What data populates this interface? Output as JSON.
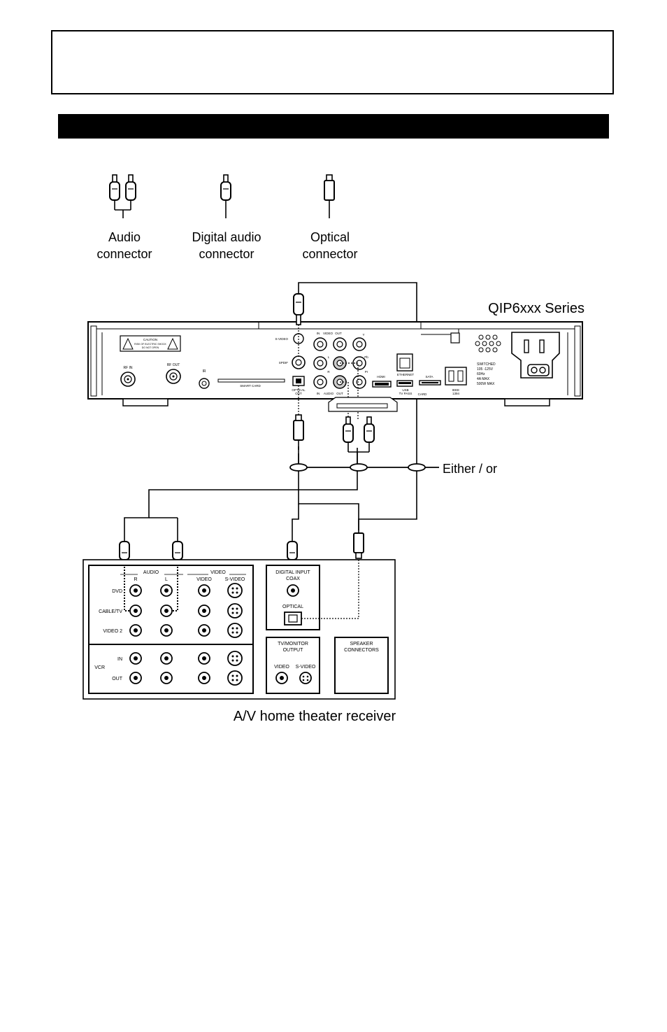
{
  "legend": {
    "audio": [
      "Audio",
      "connector"
    ],
    "digital": [
      "Digital audio",
      "connector"
    ],
    "optical": [
      "Optical",
      "connector"
    ]
  },
  "device_title": "QIP6xxx Series",
  "receiver_title": "A/V home theater receiver",
  "either_or": "Either / or",
  "stb": {
    "caution": [
      "CAUTION",
      "RISK OF ELECTRIC SHOCK",
      "DO NOT OPEN"
    ],
    "rf_in": "RF IN",
    "rf_out": "RF OUT",
    "ir": "IR",
    "smart_card": "SMART CARD",
    "svideo": "S-VIDEO",
    "spdif": "SPDIF",
    "optical": [
      "OPTICAL",
      "OUT"
    ],
    "in_video_out": [
      "IN",
      "VIDEO",
      "OUT"
    ],
    "in_audio_out": [
      "IN",
      "AUDIO",
      "OUT"
    ],
    "y": "Y",
    "pb": "Pb",
    "pr": "Pr",
    "l": "L",
    "r": "R",
    "hdmi": "HDMI",
    "ethernet": "ETHERNET",
    "usb": [
      "USB",
      "TV PASS"
    ],
    "sata": "SATA",
    "card": "CARD",
    "ieee": [
      "IEEE",
      "1394"
    ],
    "power": [
      "SWITCHED",
      "105 -125V",
      "60Hz",
      "4A MAX",
      "500W MAX"
    ]
  },
  "receiver": {
    "audio": "AUDIO",
    "video": "VIDEO",
    "r": "R",
    "l": "L",
    "video_col": "VIDEO",
    "svideo_col": "S-VIDEO",
    "rows": [
      "DVD",
      "CABLE/TV",
      "VIDEO 2"
    ],
    "vcr": "VCR",
    "vcr_in": "IN",
    "vcr_out": "OUT",
    "digital_input": [
      "DIGITAL INPUT",
      "COAX"
    ],
    "optical": "OPTICAL",
    "tv_monitor": [
      "TV/MONITOR",
      "OUTPUT"
    ],
    "tv_video": "VIDEO",
    "tv_svideo": "S-VIDEO",
    "speaker": [
      "SPEAKER",
      "CONNECTORS"
    ]
  }
}
